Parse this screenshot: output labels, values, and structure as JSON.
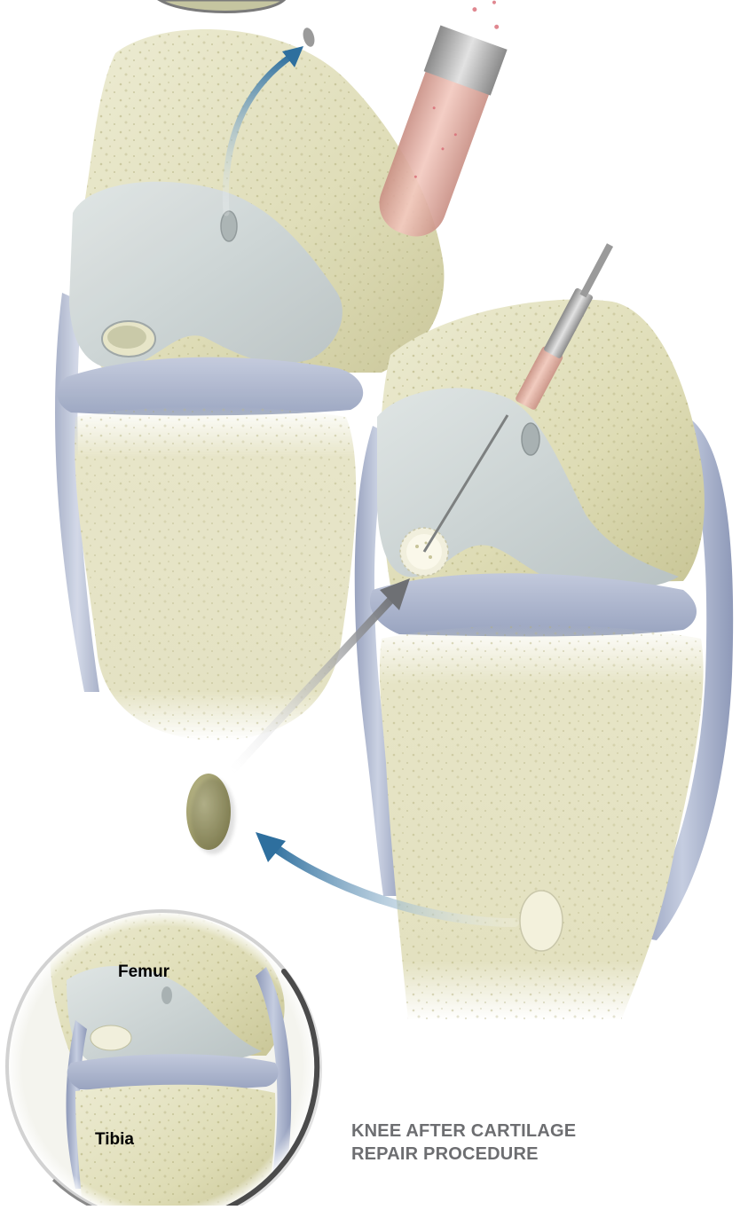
{
  "caption": {
    "line1": "KNEE AFTER CARTILAGE",
    "line2": "REPAIR PROCEDURE"
  },
  "inset": {
    "femur_label": "Femur",
    "tibia_label": "Tibia"
  },
  "colors": {
    "bone": "#e3e1c2",
    "bone_shadow": "#c9c69a",
    "cartilage": "#c9d1d2",
    "meniscus": "#aab3cc",
    "ligament": "#b6bfd6",
    "arrow_blue": "#2e6f9e",
    "arrow_gray": "#7a7c80",
    "caption": "#6d6e71",
    "tube_liquid": "#e9b3a8"
  }
}
